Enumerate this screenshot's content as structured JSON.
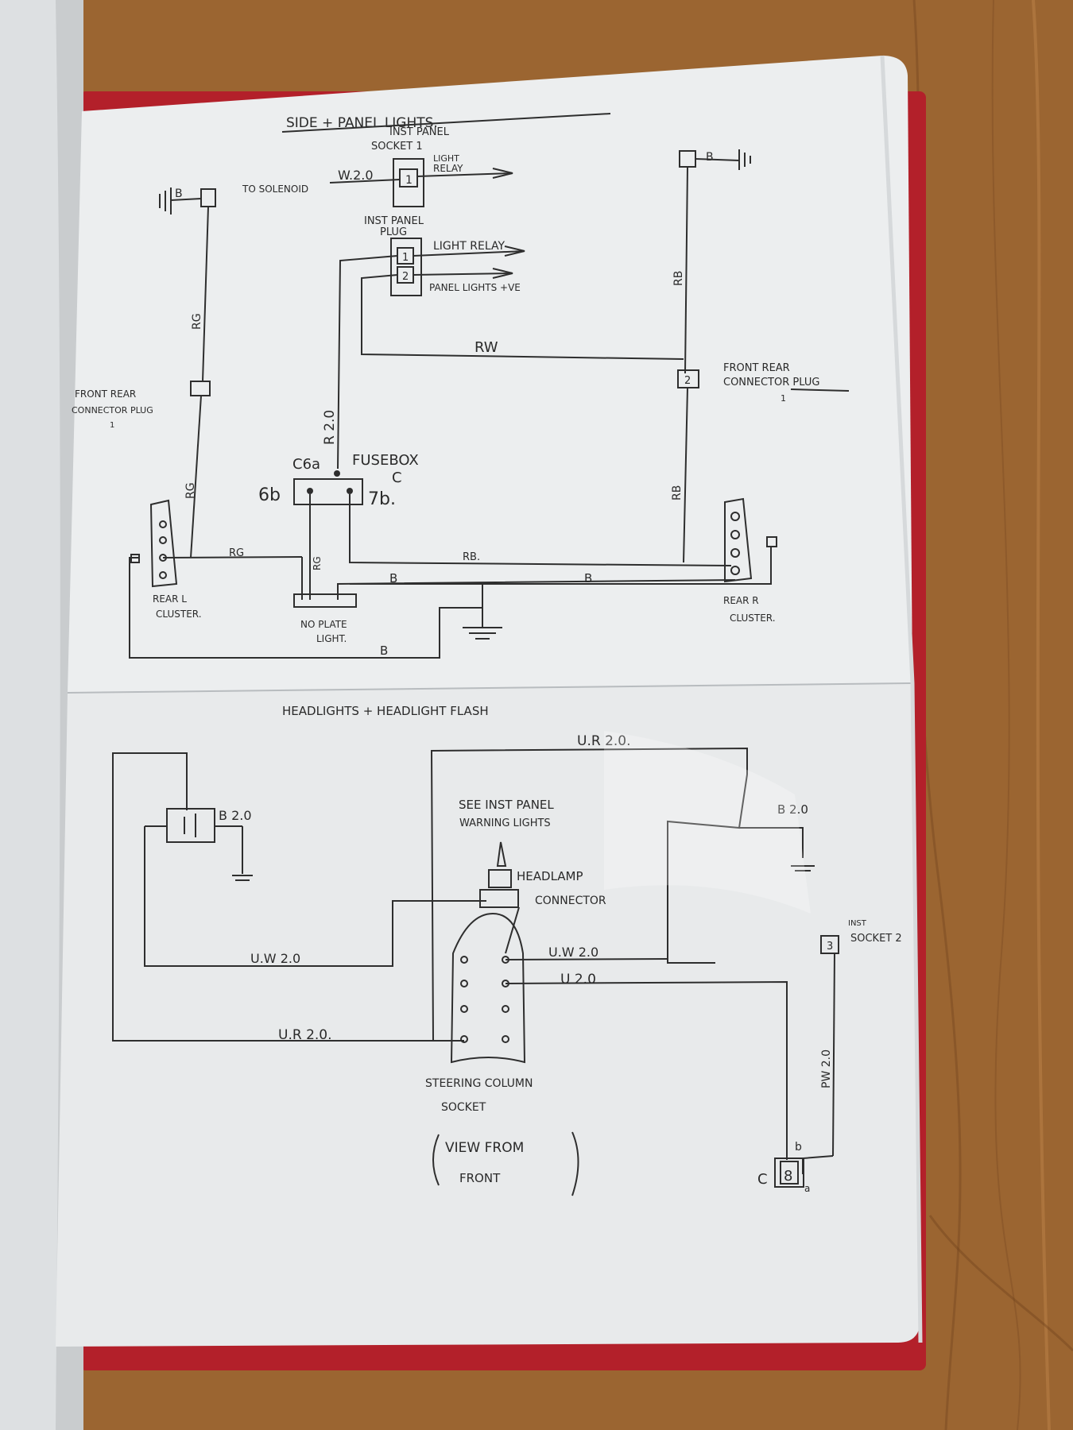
{
  "colors": {
    "paper": "#eceeef",
    "ink": "#2e2e2e",
    "wood": "#9b6531",
    "binder": "#b3202a",
    "opposite_page": "#dde0e2"
  },
  "top": {
    "title": "SIDE + PANEL LIGHTS.",
    "inst_panel_socket": [
      "INST PANEL",
      "SOCKET 1"
    ],
    "to_solenoid": "TO SOLENOID",
    "w20": "W.2.0",
    "pin1": "1",
    "light_relay_1": [
      "LIGHT",
      "RELAY"
    ],
    "inst_panel_plug": [
      "INST PANEL",
      "PLUG"
    ],
    "pin2": "2",
    "light_relay_2": "LIGHT RELAY",
    "panel_lights_ve": "PANEL LIGHTS +VE",
    "b_left": "B",
    "b_right": "B",
    "rg_upper": "RG",
    "rb_upper": "RB",
    "rw": "RW",
    "front_rear_plug_left": [
      "FRONT REAR",
      "CONNECTOR PLUG",
      "1"
    ],
    "front_rear_plug_right": [
      "FRONT REAR",
      "CONNECTOR PLUG",
      "1"
    ],
    "connector_pin_2": "2",
    "r20": "R 2.0",
    "fusebox": "FUSEBOX",
    "c6a": "C6a",
    "c": "C",
    "b6": "6b",
    "b7": "7b.",
    "rg_left_lower": "RG",
    "rb_right_lower": "RB",
    "rg_bottom": "RG",
    "rb_bottom": "RB.",
    "rg_vertical": "RG",
    "b_mid1": "B",
    "b_mid2": "B",
    "b_bottom": "B",
    "rear_l_cluster": [
      "REAR L",
      "CLUSTER."
    ],
    "rear_r_cluster": [
      "REAR R",
      "CLUSTER."
    ],
    "no_plate_light": [
      "NO PLATE",
      "LIGHT."
    ]
  },
  "bottom": {
    "title": "HEADLIGHTS + HEADLIGHT FLASH",
    "ur20_top": "U.R 2.0.",
    "b20_left": "B 2.0",
    "b20_right": "B 2.0",
    "see_inst_panel": [
      "SEE INST PANEL",
      "WARNING LIGHTS"
    ],
    "headlamp_connector": [
      "HEADLAMP",
      "CONNECTOR"
    ],
    "uw20_left": "U.W 2.0",
    "uw20_right": "U.W 2.0",
    "u20": "U 2.0",
    "ur20_bottom": "U.R 2.0.",
    "inst_socket2": [
      "INST",
      "SOCKET 2"
    ],
    "pin3": "3",
    "pw20": "PW 2.0",
    "pin8": "8",
    "c8": "C",
    "b8": "b",
    "a8": "a",
    "steering_column": [
      "STEERING COLUMN",
      "SOCKET"
    ],
    "view_from_front": [
      "VIEW FROM",
      "FRONT"
    ]
  }
}
